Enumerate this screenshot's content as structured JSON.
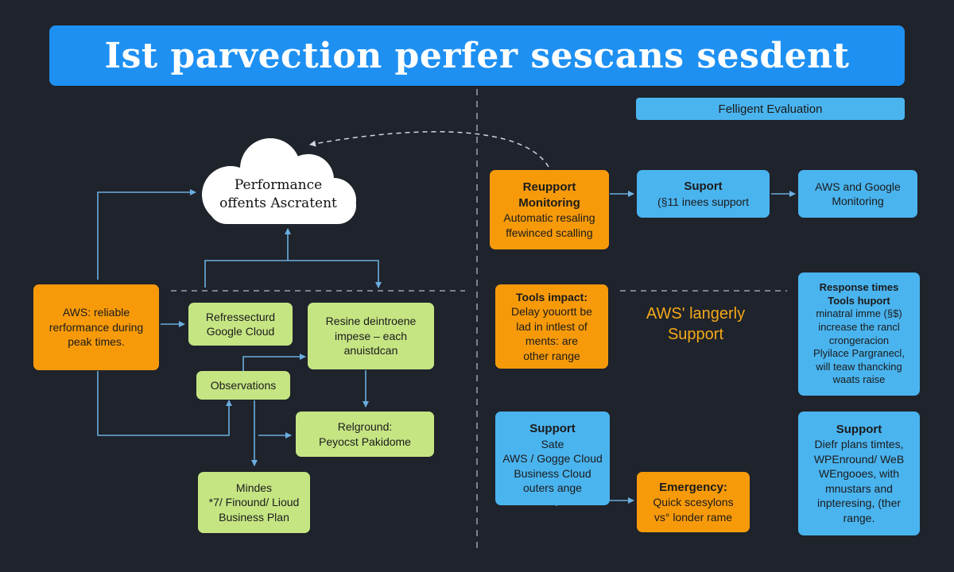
{
  "title": "Ist parvection perfer sescans sesdent",
  "eval_label": "Felligent Evaluation",
  "cloud": {
    "lines": [
      "Performance",
      "offents Ascratent"
    ]
  },
  "left_nodes": {
    "aws_reliable": [
      "AWS: reliable",
      "rerformance during",
      "peak times."
    ],
    "refresh": [
      "Refressecturd",
      "Google Cloud"
    ],
    "resine": [
      "Resine deintroene",
      "impese – each",
      "anuistdcan"
    ],
    "observations": [
      "Observations"
    ],
    "relground": [
      "Relground:",
      "Peyocst Pakidome"
    ],
    "mindes": [
      "Mindes",
      "*7/ Finound/ Lioud",
      "Business Plan"
    ]
  },
  "right_nodes": {
    "reupport": [
      "Reupport",
      "Monitoring",
      "Automatic resaling",
      "ffewinced scalling"
    ],
    "suport": [
      "Suport",
      "(§11 inees support"
    ],
    "aws_google": [
      "AWS and Google",
      "Monitoring"
    ],
    "tools_impact": [
      "Tools impact:",
      "Delay youortt be",
      "lad in intlest of",
      "ments: are",
      "other range"
    ],
    "langerly": [
      "AWS' langerly",
      "Support"
    ],
    "response": [
      "Response times",
      "Tools huport",
      "minatral imme (§$)",
      "increase the rancl",
      "crongeracion",
      "Plyilace Pargranecl,",
      "will teaw thancking",
      "waats raise"
    ],
    "support_left": [
      "Support",
      "Sate",
      "AWS / Gogge Cloud",
      "Business Cloud",
      "outers ange"
    ],
    "emergency": [
      "Emergency:",
      "Quick scesylons",
      "vs° londer rame"
    ],
    "support_right": [
      "Support",
      "Diefr plans timtes,",
      "WPEnround/ WeB",
      "WEngooes, with",
      "mnustars and",
      "inpteresing, (ther",
      "range."
    ]
  }
}
